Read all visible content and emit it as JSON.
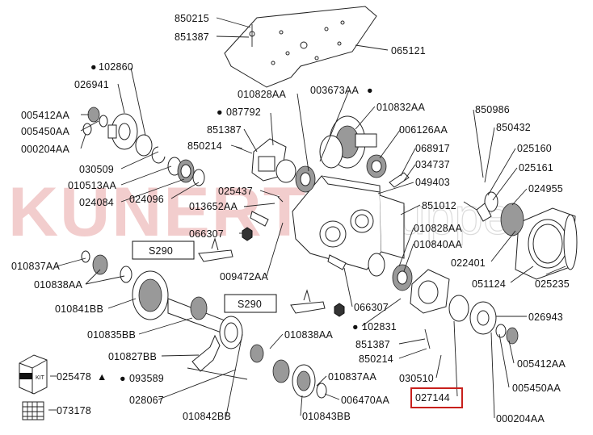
{
  "watermark": {
    "main": "KUNERT",
    "secondary": "Gruppe",
    "color": "#e8a6a6"
  },
  "highlight_color": "#c8201c",
  "callouts": {
    "c850215": "850215",
    "c851387_top": "851387",
    "c065121": "065121",
    "c102860": "102860",
    "c026941": "026941",
    "c005412AA_left": "005412AA",
    "c005450AA_left": "005450AA",
    "c000204AA_left": "000204AA",
    "c030509": "030509",
    "c010513AA": "010513AA",
    "c024084": "024084",
    "c024096": "024096",
    "c010828AA_top": "010828AA",
    "c087792": "087792",
    "c851387_mid": "851387",
    "c850214_mid": "850214",
    "c003673AA": "003673AA",
    "c010832AA": "010832AA",
    "c006126AA": "006126AA",
    "c068917": "068917",
    "c034737": "034737",
    "c049403": "049403",
    "c025437": "025437",
    "c013652AA": "013652AA",
    "c851012": "851012",
    "c066307_top": "066307",
    "c010828AA_right": "010828AA",
    "c010840AA": "010840AA",
    "c850986": "850986",
    "c850432": "850432",
    "c025160": "025160",
    "c025161": "025161",
    "c024955": "024955",
    "c022401": "022401",
    "c051124": "051124",
    "c025235": "025235",
    "s290_top": "S290",
    "s290_bottom": "S290",
    "c010837AA_left": "010837AA",
    "c010838AA_left": "010838AA",
    "c010841BB": "010841BB",
    "c009472AA": "009472AA",
    "c066307_bottom": "066307",
    "c026943": "026943",
    "c010835BB": "010835BB",
    "c102831": "102831",
    "c010838AA_bottom": "010838AA",
    "c010827BB": "010827BB",
    "c851387_bottom": "851387",
    "c850214_bottom": "850214",
    "c005412AA_right": "005412AA",
    "c025478": "025478",
    "c093589": "093589",
    "c010837AA_bottom": "010837AA",
    "c030510": "030510",
    "c005450AA_right": "005450AA",
    "c028067": "028067",
    "c006470AA": "006470AA",
    "c027144": "027144",
    "c000204AA_right": "000204AA",
    "c073178": "073178",
    "c010842BB": "010842BB",
    "c010843BB": "010843BB"
  },
  "markers": {
    "bullet": "●",
    "triangle": "▲"
  },
  "kit_label": "KIT"
}
